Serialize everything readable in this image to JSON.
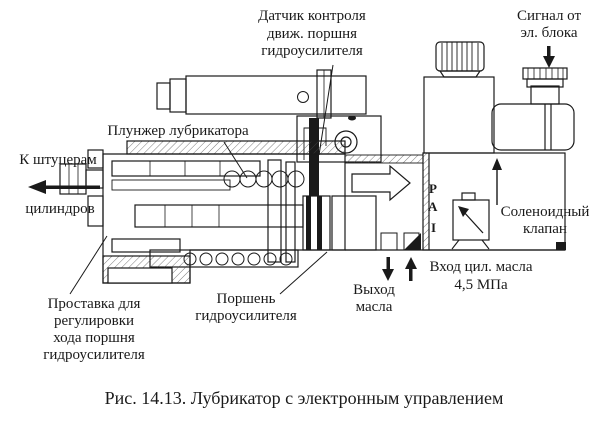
{
  "figure": {
    "caption": "Рис. 14.13. Лубрикатор с электронным управлением"
  },
  "labels": {
    "sensor": "Датчик контроля\nдвиж. поршня\nгидроусилителя",
    "signal": "Сигнал от\nэл. блока",
    "plunger": "Плунжер лубрикатора",
    "fittings_top": "К штуцерам",
    "fittings_bottom": "цилиндров",
    "spacer": "Проставка для\nрегулировки\nхода поршня\nгидроусилителя",
    "piston": "Поршень\nгидроусилителя",
    "outlet": "Выход\nмасла",
    "inlet": "Вход цил. масла\n4,5 МПа",
    "solenoid": "Соленоидный\nклапан",
    "port_p": "P",
    "port_a": "A",
    "port_t": "I"
  },
  "colors": {
    "ink": "#1a1a1a",
    "background": "#ffffff"
  }
}
